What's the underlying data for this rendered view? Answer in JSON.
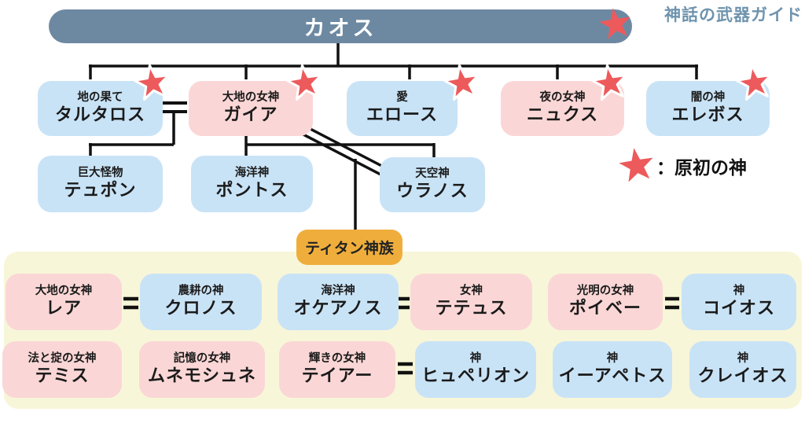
{
  "page_title": "神話の武器ガイド",
  "legend": {
    "star_meaning": "：原初の神"
  },
  "tree": {
    "root": {
      "name": "カオス",
      "primordial": true
    },
    "generation2": [
      {
        "epithet": "地の果て",
        "name": "タルタロス",
        "color": "blue",
        "primordial": true
      },
      {
        "epithet": "大地の女神",
        "name": "ガイア",
        "color": "pink",
        "primordial": true
      },
      {
        "epithet": "愛",
        "name": "エロース",
        "color": "blue",
        "primordial": true
      },
      {
        "epithet": "夜の女神",
        "name": "ニュクス",
        "color": "pink",
        "primordial": true
      },
      {
        "epithet": "闇の神",
        "name": "エレボス",
        "color": "blue",
        "primordial": true
      }
    ],
    "generation3": [
      {
        "epithet": "巨大怪物",
        "name": "テュポン",
        "color": "blue"
      },
      {
        "epithet": "海洋神",
        "name": "ポントス",
        "color": "blue"
      },
      {
        "epithet": "天空神",
        "name": "ウラノス",
        "color": "blue"
      }
    ],
    "titan_group_label": "ティタン神族",
    "titans_row1": [
      {
        "epithet": "大地の女神",
        "name": "レア",
        "color": "pink"
      },
      {
        "epithet": "農耕の神",
        "name": "クロノス",
        "color": "blue"
      },
      {
        "epithet": "海洋神",
        "name": "オケアノス",
        "color": "blue"
      },
      {
        "epithet": "女神",
        "name": "テテュス",
        "color": "pink"
      },
      {
        "epithet": "光明の女神",
        "name": "ポイベー",
        "color": "pink"
      },
      {
        "epithet": "神",
        "name": "コイオス",
        "color": "blue"
      }
    ],
    "titans_row2": [
      {
        "epithet": "法と掟の女神",
        "name": "テミス",
        "color": "pink"
      },
      {
        "epithet": "記憶の女神",
        "name": "ムネモシュネ",
        "color": "pink"
      },
      {
        "epithet": "輝きの女神",
        "name": "テイアー",
        "color": "pink"
      },
      {
        "epithet": "神",
        "name": "ヒュペリオン",
        "color": "blue"
      },
      {
        "epithet": "神",
        "name": "イーアペトス",
        "color": "blue"
      },
      {
        "epithet": "神",
        "name": "クレイオス",
        "color": "blue"
      }
    ],
    "couples": [
      "タルタロス＝ガイア",
      "ガイア＝ウラノス",
      "レア＝クロノス",
      "オケアノス＝テテュス",
      "ポイベー＝コイオス",
      "テイアー＝ヒュペリオン"
    ]
  },
  "colors": {
    "box_blue": "#c9e3f6",
    "box_pink": "#fad7d6",
    "panel_yellow": "#f8f6d8",
    "titan_orange": "#efae3c",
    "chaos_slate": "#6d89a2",
    "star_red": "#ed5a5c",
    "title_blue": "#6e93ae",
    "line_black": "#111111"
  }
}
